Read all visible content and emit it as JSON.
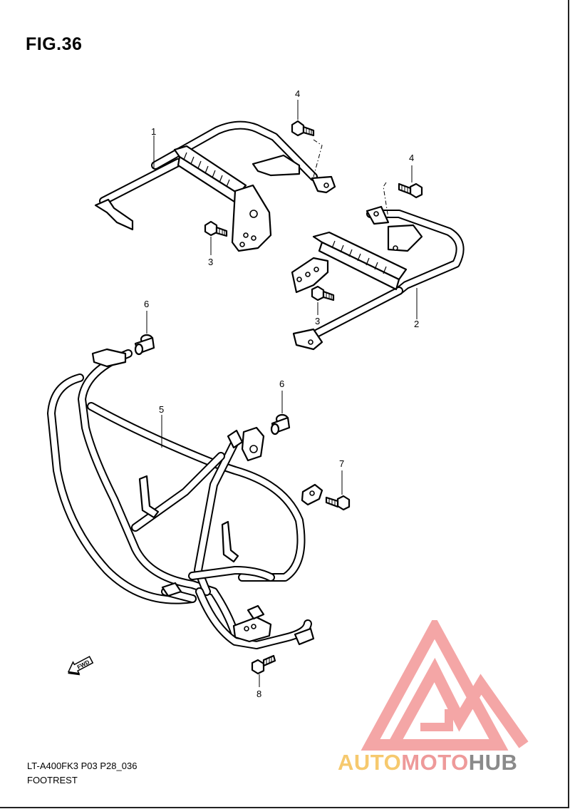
{
  "figure": {
    "title": "FIG.36",
    "model_code": "LT-A400FK3 P03 P28_036",
    "section_name": "FOOTREST"
  },
  "callouts": [
    "1",
    "2",
    "3",
    "3",
    "4",
    "4",
    "5",
    "6",
    "6",
    "7",
    "8"
  ],
  "direction_label": "FWD",
  "watermark": {
    "brand_part1": "AUTO",
    "brand_part2": "MOTO",
    "brand_part3": "HUB",
    "colors": {
      "auto": "#f6c96e",
      "moto": "#ee9a9a",
      "hub": "#8a8a8a",
      "logo": "#f4a6a6"
    }
  },
  "icons": {
    "direction": "fwd-arrow-icon",
    "logo": "triangle-m-logo-icon"
  }
}
